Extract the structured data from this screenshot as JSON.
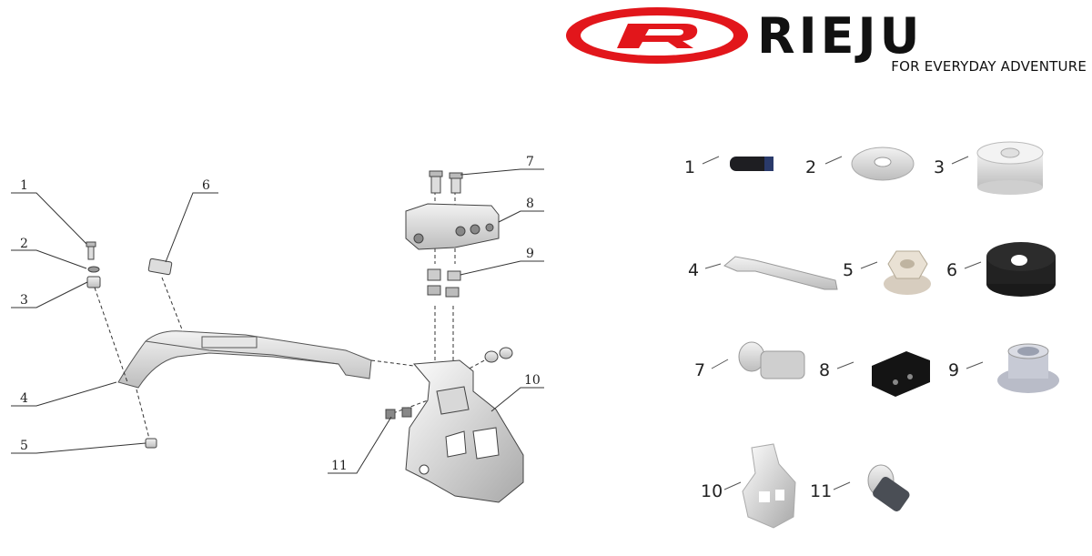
{
  "brand": {
    "name": "RIEJU",
    "tagline": "FOR EVERYDAY ADVENTURE",
    "accent": "#e2161b"
  },
  "exploded_view": {
    "callouts": [
      "1",
      "2",
      "3",
      "4",
      "5",
      "6",
      "7",
      "8",
      "9",
      "10",
      "11"
    ]
  },
  "parts_legend": [
    {
      "number": "1",
      "icon": "pin-bolt-icon"
    },
    {
      "number": "2",
      "icon": "flat-washer-icon"
    },
    {
      "number": "3",
      "icon": "spacer-bushing-icon"
    },
    {
      "number": "4",
      "icon": "support-arm-icon"
    },
    {
      "number": "5",
      "icon": "flange-nut-icon"
    },
    {
      "number": "6",
      "icon": "rubber-grommet-icon"
    },
    {
      "number": "7",
      "icon": "button-head-bolt-icon"
    },
    {
      "number": "8",
      "icon": "mounting-block-icon"
    },
    {
      "number": "9",
      "icon": "flanged-bushing-icon"
    },
    {
      "number": "10",
      "icon": "bracket-plate-icon"
    },
    {
      "number": "11",
      "icon": "short-bolt-icon"
    }
  ]
}
